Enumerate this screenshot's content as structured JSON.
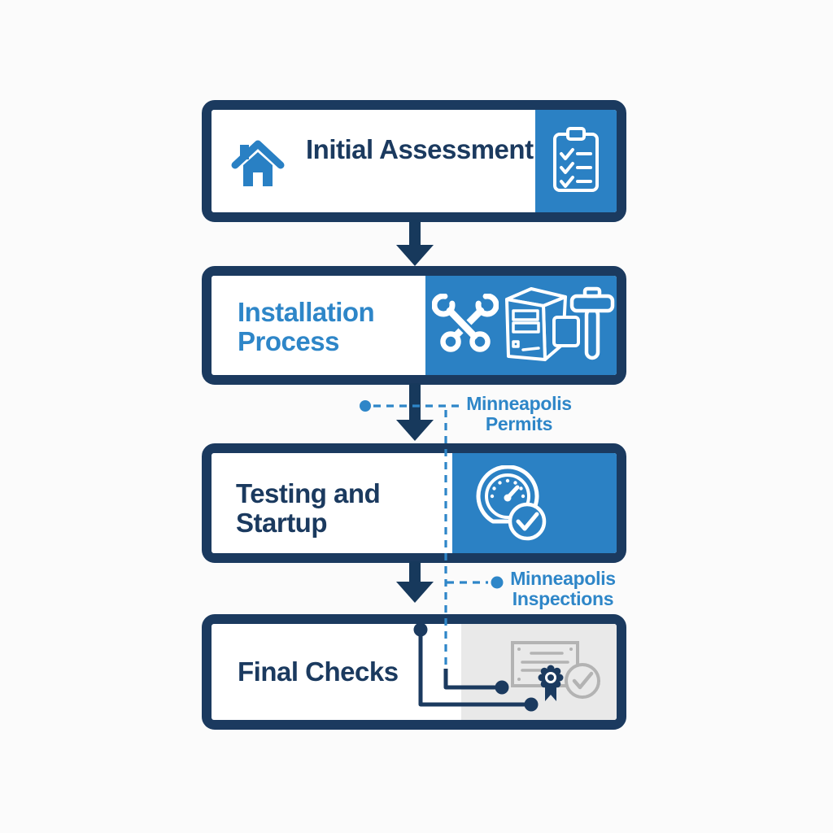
{
  "diagram": {
    "steps": [
      {
        "label": "Initial Assessment",
        "icons": [
          "home-icon",
          "checklist-clipboard-icon"
        ]
      },
      {
        "label": "Installation Process",
        "icons": [
          "crossed-wrenches-icon",
          "furnace-unit-icon",
          "hammer-icon"
        ]
      },
      {
        "label": "Testing and Startup",
        "icons": [
          "gauge-check-icon"
        ]
      },
      {
        "label": "Final Checks",
        "icons": [
          "certificate-ribbon-icon",
          "check-circle-icon"
        ]
      }
    ],
    "annotations": [
      {
        "label": "Minneapolis Permits"
      },
      {
        "label": "Minneapolis Inspections"
      }
    ],
    "colors": {
      "navy": "#1b3a5f",
      "accent_blue": "#2e86c8",
      "panel_blue": "#2b81c4",
      "panel_gray": "#e9e9e9",
      "icon_gray": "#b3b3b3",
      "background": "#fbfbfb"
    }
  }
}
